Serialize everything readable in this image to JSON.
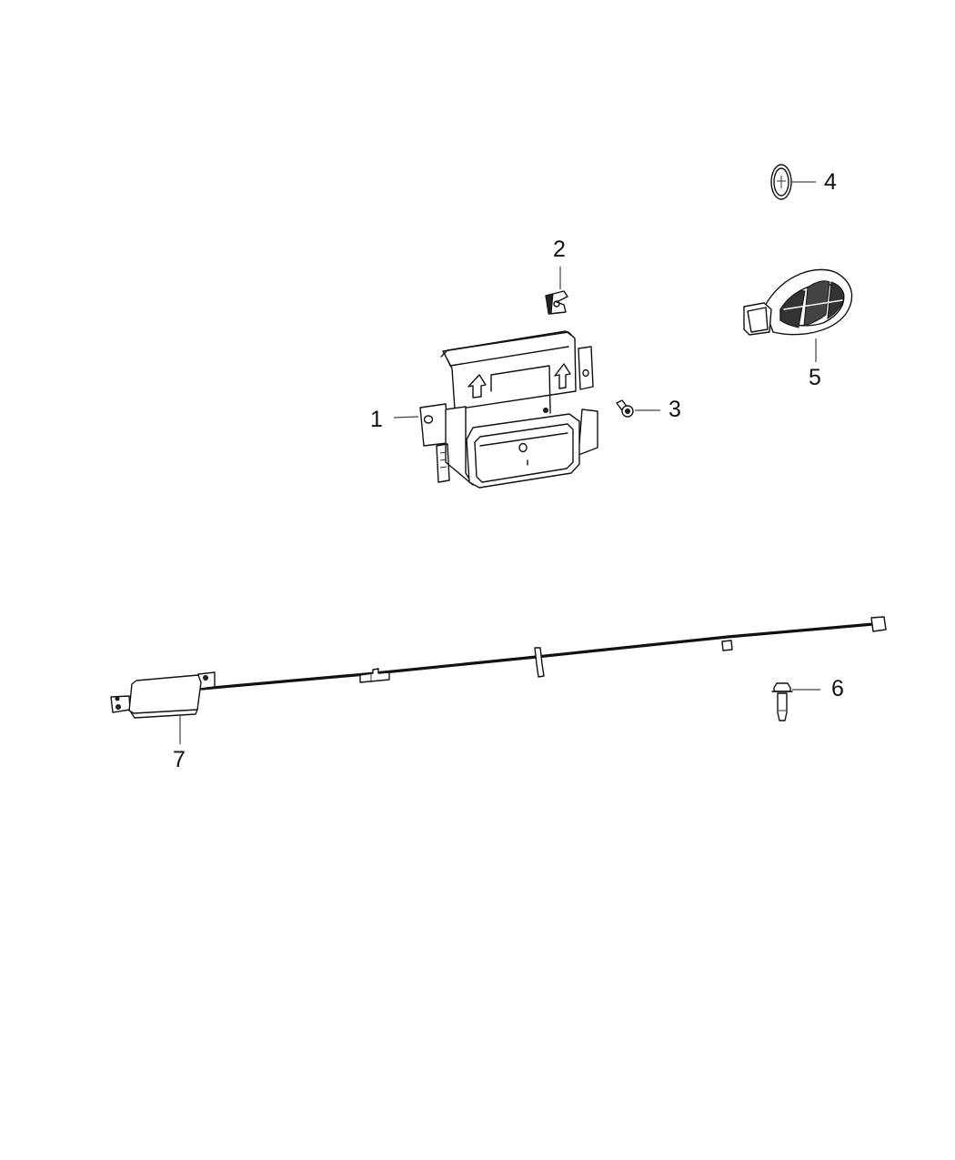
{
  "diagram": {
    "background": "#ffffff",
    "line_color": "#111111",
    "callouts": [
      {
        "id": "1",
        "label": "1"
      },
      {
        "id": "2",
        "label": "2"
      },
      {
        "id": "3",
        "label": "3"
      },
      {
        "id": "4",
        "label": "4"
      },
      {
        "id": "5",
        "label": "5"
      },
      {
        "id": "6",
        "label": "6"
      },
      {
        "id": "7",
        "label": "7"
      }
    ]
  }
}
